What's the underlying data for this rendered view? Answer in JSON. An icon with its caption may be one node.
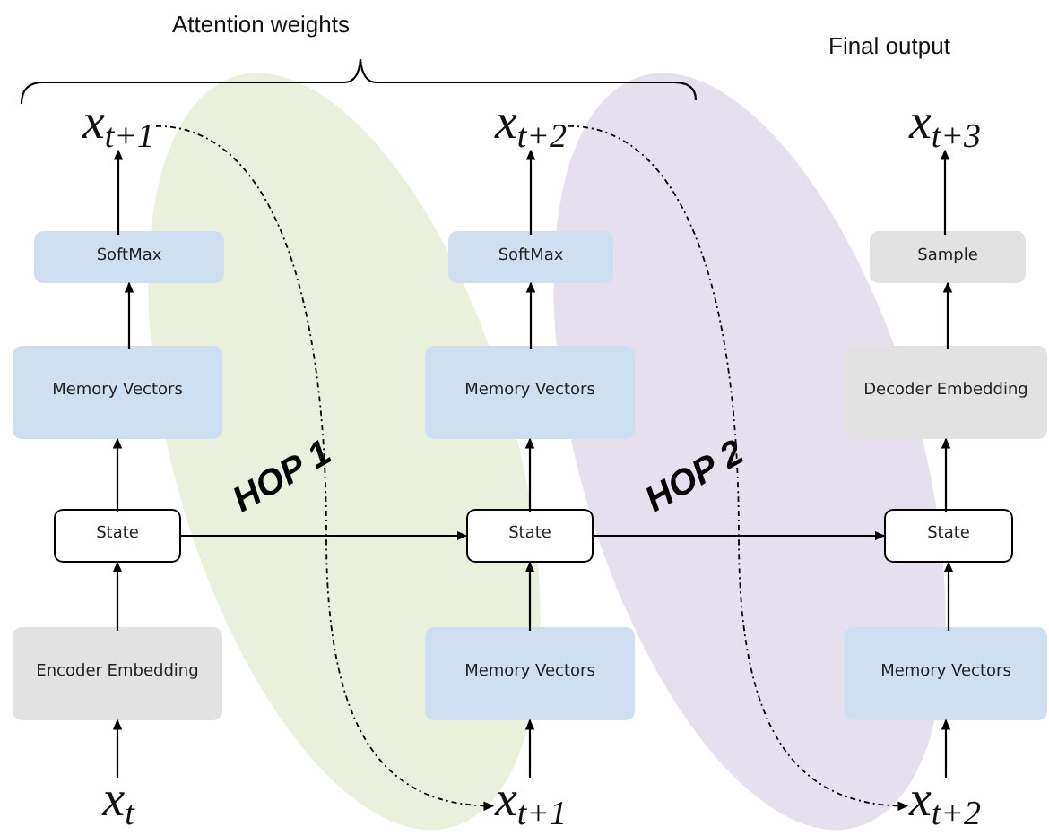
{
  "diagram": {
    "nodes": [
      {
        "text": [
          "x$_{t+1}$"
        ]
      },
      {
        "text": [
          "x$_{t+2}$"
        ]
      },
      {
        "text": [
          "x$_{t+3}$"
        ]
      },
      {
        "text": [
          "SoftMax"
        ]
      },
      {
        "text": [
          "SoftMax"
        ]
      },
      {
        "text": [
          "Sample"
        ]
      },
      {
        "text": [
          "Memory Vectors"
        ]
      },
      {
        "text": [
          "Memory Vectors"
        ]
      },
      {
        "text": [
          "Decoder Embedding"
        ]
      },
      {
        "text": [
          "State"
        ]
      },
      {
        "text": [
          "State"
        ]
      },
      {
        "text": [
          "State"
        ]
      },
      {
        "text": [
          "Encoder Embedding"
        ]
      },
      {
        "text": [
          "Memory Vectors"
        ]
      },
      {
        "text": [
          "Memory Vectors"
        ]
      },
      {
        "text": [
          "x$_{t}$"
        ]
      },
      {
        "text": [
          "x$_{t+1}$"
        ]
      },
      {
        "text": [
          "x$_{t+2}$"
        ]
      }
    ],
    "edges": [
      {
        "from": 15,
        "to": 12,
        "arrow": "to"
      },
      {
        "from": 12,
        "to": 9,
        "arrow": "to"
      },
      {
        "from": 9,
        "to": 6,
        "arrow": "to"
      },
      {
        "from": 6,
        "to": 3,
        "arrow": "to"
      },
      {
        "from": 3,
        "to": 0,
        "arrow": "to"
      },
      {
        "from": 16,
        "to": 13,
        "arrow": "to"
      },
      {
        "from": 13,
        "to": 10,
        "arrow": "to"
      },
      {
        "from": 10,
        "to": 7,
        "arrow": "to"
      },
      {
        "from": 7,
        "to": 4,
        "arrow": "to"
      },
      {
        "from": 4,
        "to": 1,
        "arrow": "to"
      },
      {
        "from": 17,
        "to": 14,
        "arrow": "to"
      },
      {
        "from": 14,
        "to": 11,
        "arrow": "to"
      },
      {
        "from": 11,
        "to": 8,
        "arrow": "to"
      },
      {
        "from": 8,
        "to": 5,
        "arrow": "to"
      },
      {
        "from": 5,
        "to": 2,
        "arrow": "to"
      },
      {
        "from": 9,
        "to": 10,
        "arrow": "to"
      },
      {
        "from": 10,
        "to": 11,
        "arrow": "to"
      },
      {
        "from": 0,
        "to": 16,
        "arrow": "to",
        "style": "dashed"
      },
      {
        "from": 1,
        "to": 17,
        "arrow": "to",
        "style": "dashed"
      }
    ],
    "labels": [
      "Attention weights",
      "Final output",
      "HOP 1",
      "HOP 2"
    ]
  }
}
